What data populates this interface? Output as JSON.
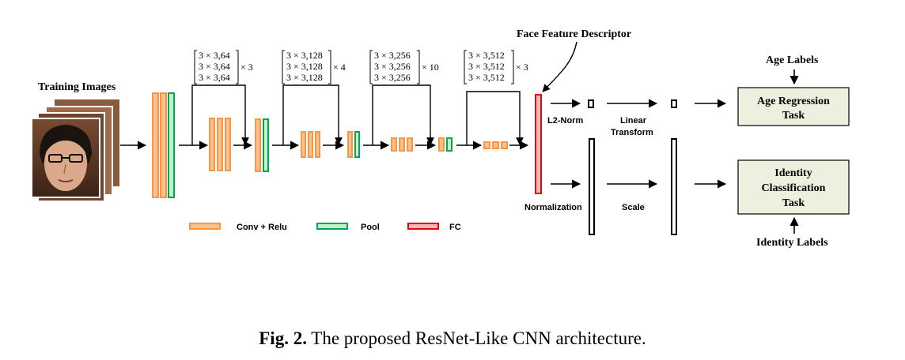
{
  "labels": {
    "training_images": "Training Images",
    "face_feature_descriptor": "Face Feature Descriptor",
    "l2_norm": "L2-Norm",
    "normalization": "Normalization",
    "linear": "Linear",
    "transform": "Transform",
    "scale": "Scale",
    "age_labels": "Age Labels",
    "identity_labels": "Identity Labels"
  },
  "tasks": {
    "age_line1": "Age Regression",
    "age_line2": "Task",
    "identity_line1": "Identity",
    "identity_line2": "Classification",
    "identity_line3": "Task"
  },
  "stages": [
    {
      "rows": [
        "3 × 3,64",
        "3 × 3,64",
        "3 × 3,64"
      ],
      "repeat": "× 3"
    },
    {
      "rows": [
        "3 × 3,128",
        "3 × 3,128",
        "3 × 3,128"
      ],
      "repeat": "× 4"
    },
    {
      "rows": [
        "3 × 3,256",
        "3 × 3,256",
        "3 × 3,256"
      ],
      "repeat": "× 10"
    },
    {
      "rows": [
        "3 × 3,512",
        "3 × 3,512",
        "3 × 3,512"
      ],
      "repeat": "× 3"
    }
  ],
  "legend": {
    "conv": "Conv + Relu",
    "pool": "Pool",
    "fc": "FC"
  },
  "caption": {
    "prefix": "Fig. 2.",
    "text": "The proposed ResNet-Like CNN architecture."
  },
  "colors": {
    "conv_fill": "#fbc08c",
    "conv_stroke": "#f79646",
    "pool_fill": "#c6efce",
    "pool_stroke": "#00a651",
    "fc_fill": "#f4b6b6",
    "fc_stroke": "#e30613",
    "task_fill": "#ebf1de"
  }
}
